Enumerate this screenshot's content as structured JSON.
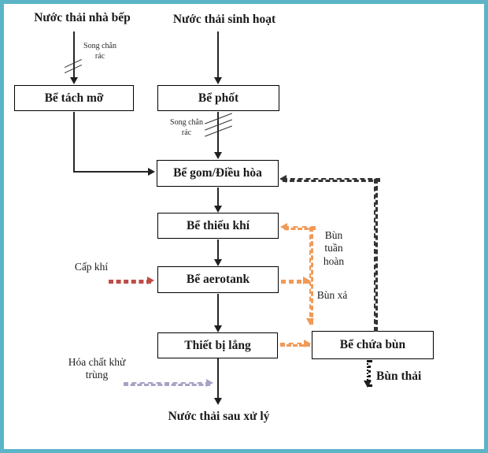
{
  "sources": {
    "kitchen": "Nước thải nhà bếp",
    "domestic": "Nước thải sinh hoạt"
  },
  "nodes": {
    "grease_trap": "Bể tách mỡ",
    "septic_tank": "Bể phốt",
    "equalization": "Bể gom/Điều hòa",
    "anoxic": "Bể thiếu khí",
    "aerotank": "Bể aerotank",
    "clarifier": "Thiết bị lắng",
    "sludge_tank": "Bể chứa bùn"
  },
  "labels": {
    "bar_screen_1": "Song chắn rác",
    "bar_screen_2": "Song chắn rác",
    "air_supply": "Cấp khí",
    "returned_sludge": "Bùn tuần hoàn",
    "wasted_sludge": "Bùn xả",
    "disinfectant": "Hóa chất khử trùng",
    "sludge_discharge": "Bùn thải",
    "effluent": "Nước thải sau xử lý"
  },
  "colors": {
    "frame": "#5cb5c7",
    "solid_arrow": "#262626",
    "return_dashed": "#333333",
    "sludge_orange": "#f09a57",
    "air_red": "#be4c48",
    "chemical_purple": "#a8a2c6"
  }
}
